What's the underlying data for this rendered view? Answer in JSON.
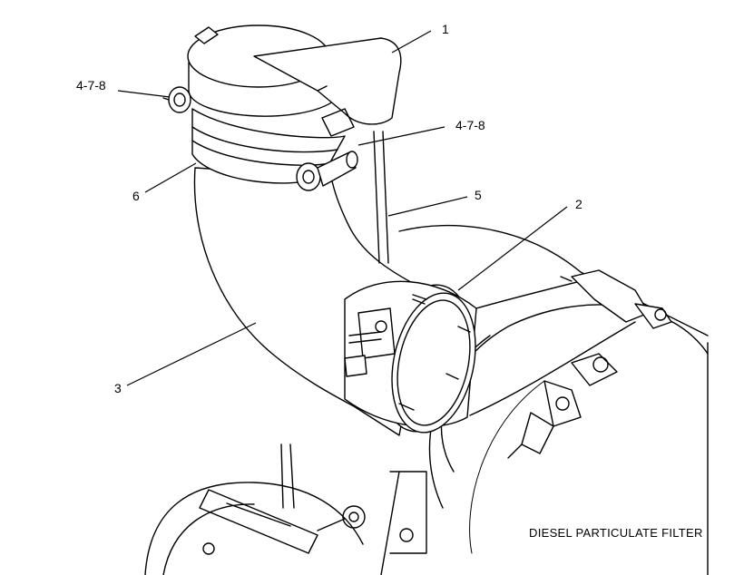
{
  "callouts": {
    "c1": "1",
    "c2": "2",
    "c3": "3",
    "c478_left": "4-7-8",
    "c478_right": "4-7-8",
    "c5": "5",
    "c6": "6"
  },
  "caption": "DIESEL PARTICULATE FILTER"
}
